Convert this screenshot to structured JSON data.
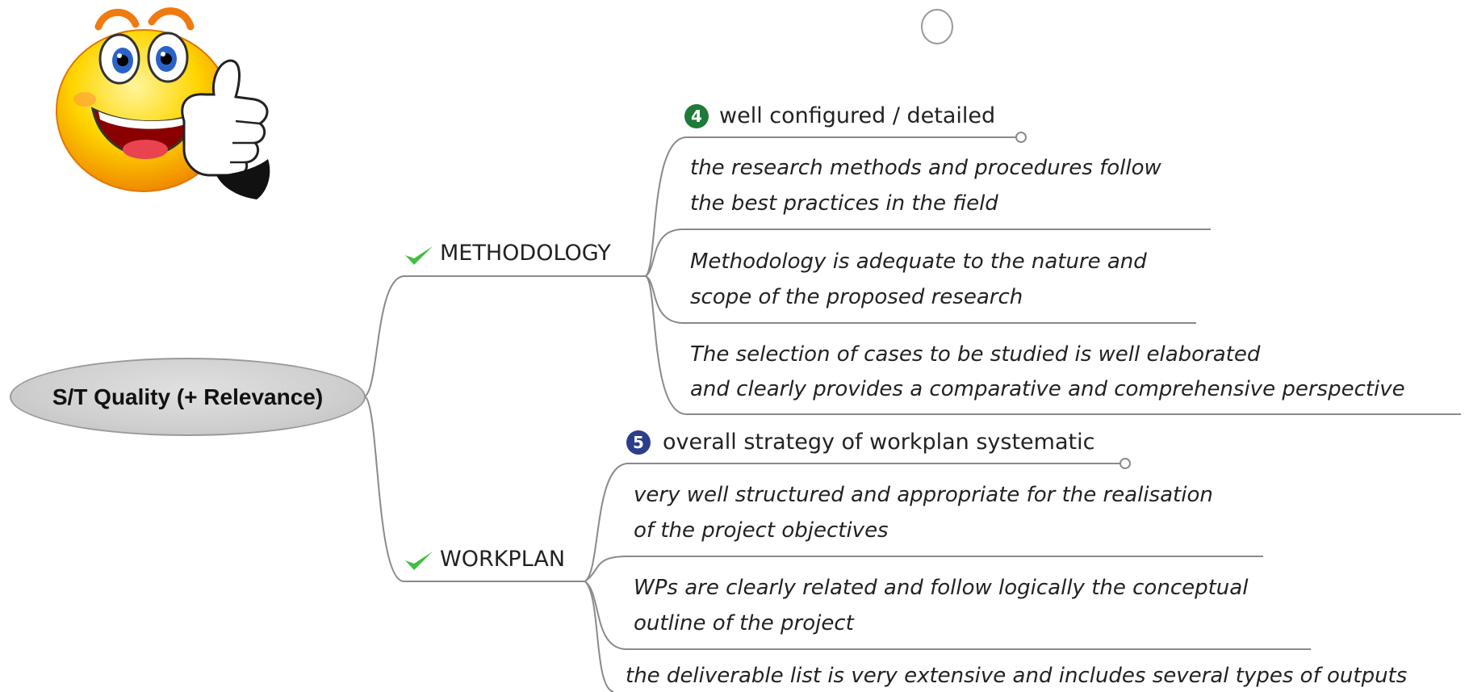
{
  "root": {
    "label": "S/T Quality (+ Relevance)"
  },
  "colors": {
    "line": "#8a8a8a",
    "check": "#3fbf3f",
    "badge_methodology": "#1f7a3a",
    "badge_workplan": "#2b3f8a"
  },
  "branches": [
    {
      "label": "METHODOLOGY",
      "icon": "check-icon",
      "topic": {
        "badge": "4",
        "label": "well configured / detailed"
      },
      "notes": [
        [
          "the research methods and procedures follow",
          "the best practices in the field"
        ],
        [
          "Methodology is adequate to the nature and",
          "scope of the proposed research"
        ],
        [
          "The selection of cases to be studied is well elaborated",
          "and clearly provides a comparative and comprehensive perspective"
        ]
      ]
    },
    {
      "label": "WORKPLAN",
      "icon": "check-icon",
      "topic": {
        "badge": "5",
        "label": "overall strategy of workplan systematic"
      },
      "notes": [
        [
          "very well structured and appropriate for the realisation",
          "of the project objectives"
        ],
        [
          "WPs are clearly related and follow logically the conceptual",
          "outline of the project"
        ],
        [
          "the deliverable list is very extensive and includes several types of outputs"
        ]
      ]
    }
  ],
  "decorations": {
    "smiley": "thumbs-up-smiley-icon",
    "top_circle": "collapse-circle-icon"
  }
}
